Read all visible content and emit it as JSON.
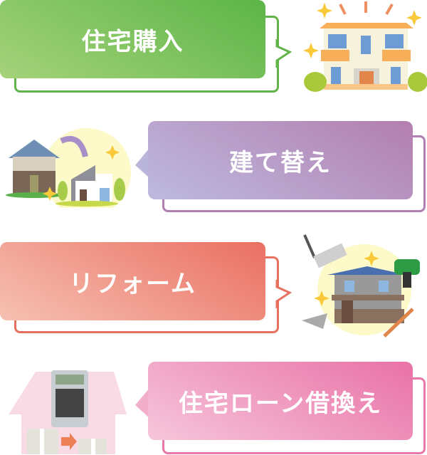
{
  "items": [
    {
      "label": "住宅購入",
      "colors": {
        "light": "#a5d27a",
        "dark": "#5cb548",
        "outline": "#62b34a"
      }
    },
    {
      "label": "建て替え",
      "colors": {
        "light": "#bdbade",
        "dark": "#b37eb0",
        "outline": "#b07fb3"
      }
    },
    {
      "label": "リフォーム",
      "colors": {
        "light": "#f6c1b2",
        "dark": "#ea6f62",
        "outline": "#e8705f"
      }
    },
    {
      "label": "住宅ローン借換え",
      "colors": {
        "light": "#f6c6db",
        "dark": "#e971a6",
        "outline": "#e878a8"
      }
    }
  ]
}
